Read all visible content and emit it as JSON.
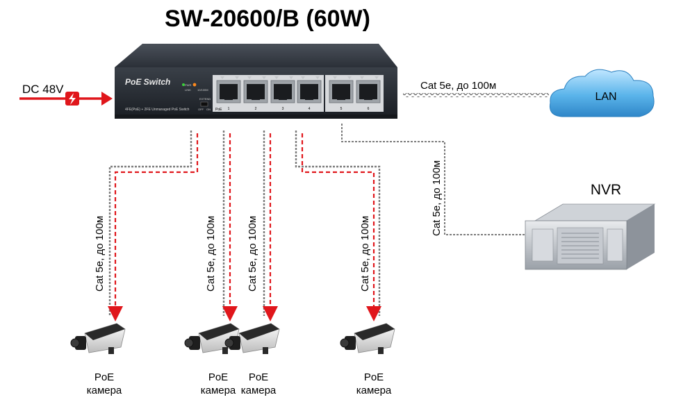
{
  "title": "SW-20600/B (60W)",
  "switch": {
    "brand_label": "PoE Switch",
    "subtitle": "4FE(PoE) + 2FE Unmanaged PoE Switch",
    "led_pwr": "PWR",
    "led_link": "LINK",
    "led_speed": "10/100M",
    "ext_label": "EXTEND",
    "toggle_off": "OFF",
    "toggle_on": "ON",
    "poe_label": "PoE",
    "port_numbers": [
      "1",
      "2",
      "3",
      "4",
      "5",
      "6"
    ]
  },
  "power_label": "DC 48V",
  "uplink_cable_label": "Cat 5e, до 100м",
  "lan_label": "LAN",
  "nvr_label": "NVR",
  "nvr_cable_label": "Cat 5e, до 100м",
  "camera_cables": [
    "Cat 5e, до 100м",
    "Cat 5e, до 100м",
    "Cat 5e, до 100м",
    "Cat 5e, до 100м"
  ],
  "cameras": [
    {
      "line1": "PoE",
      "line2": "камера"
    },
    {
      "line1": "PoE",
      "line2": "камера"
    },
    {
      "line1": "PoE",
      "line2": "камера"
    },
    {
      "line1": "PoE",
      "line2": "камера"
    }
  ],
  "colors": {
    "power_red": "#e0161b",
    "switch_body": "#2a2f36",
    "cloud_blue": "#4aa8e0",
    "cable": "#8a8a8a"
  }
}
